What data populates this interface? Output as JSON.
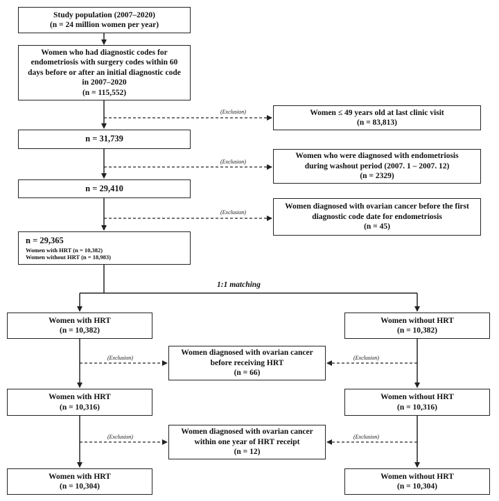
{
  "boxes": {
    "study_population": {
      "title": "Study population (2007–2020)",
      "n": "(n = 24 million women per year)"
    },
    "diag_surgery": {
      "lines": [
        "Women who had diagnostic codes for",
        "endometriosis with surgery codes within 60",
        "days before or after an initial diagnostic code",
        "in 2007–2020"
      ],
      "n": "(n = 115,552)"
    },
    "excl_age": {
      "title": "Women ≤ 49 years old at last clinic visit",
      "n": "(n = 83,813)"
    },
    "n_31739": {
      "n": "n = 31,739"
    },
    "excl_washout": {
      "lines": [
        "Women who were diagnosed with endometriosis",
        "during washout period (2007. 1 – 2007. 12)"
      ],
      "n": "(n = 2329)"
    },
    "n_29410": {
      "n": "n = 29,410"
    },
    "excl_ovarian_before": {
      "lines": [
        "Women diagnosed with ovarian cancer before the first",
        "diagnostic code date for endometriosis"
      ],
      "n": "(n = 45)"
    },
    "n_29365": {
      "n": "n = 29,365",
      "with_hrt": "Women with HRT (n = 10,382)",
      "without_hrt": "Women without HRT (n = 18,983)"
    },
    "hrt_1": {
      "title": "Women with HRT",
      "n": "(n = 10,382)"
    },
    "nohrt_1": {
      "title": "Women without HRT",
      "n": "(n = 10,382)"
    },
    "excl_before_hrt": {
      "lines": [
        "Women diagnosed with ovarian cancer",
        "before receiving HRT"
      ],
      "n": "(n = 66)"
    },
    "hrt_2": {
      "title": "Women with HRT",
      "n": "(n = 10,316)"
    },
    "nohrt_2": {
      "title": "Women without HRT",
      "n": "(n = 10,316)"
    },
    "excl_within_year": {
      "lines": [
        "Women diagnosed with ovarian cancer",
        "within one year of HRT receipt"
      ],
      "n": "(n = 12)"
    },
    "hrt_3": {
      "title": "Women with HRT",
      "n": "(n = 10,304)"
    },
    "nohrt_3": {
      "title": "Women without HRT",
      "n": "(n = 10,304)"
    }
  },
  "labels": {
    "exclusion": "(Exclusion)",
    "matching": "1:1 matching"
  }
}
